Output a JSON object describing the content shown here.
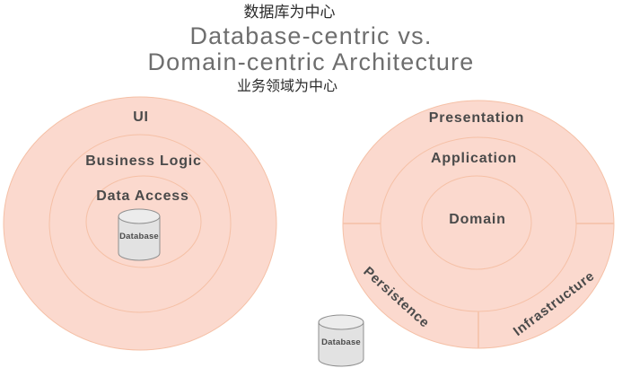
{
  "header": {
    "top_cn": "数据库为中心",
    "title_line1": "Database-centric vs.",
    "title_line2": "Domain-centric Architecture",
    "bottom_cn": "业务领域为中心"
  },
  "colors": {
    "circle_fill": "#fbd9ce",
    "circle_stroke": "#f5c0a6",
    "label_text": "#4a4a4a",
    "title_text": "#6e6e6e",
    "cn_text": "#2b2b2b",
    "db_fill": "#e2e2e2",
    "db_top_fill": "#ececec",
    "db_stroke": "#8f8f8f"
  },
  "left_diagram": {
    "name": "database-centric",
    "rings": [
      "UI",
      "Business Logic",
      "Data Access"
    ],
    "database_label": "Database"
  },
  "right_diagram": {
    "name": "domain-centric",
    "rings": [
      "Presentation",
      "Application",
      "Domain"
    ],
    "sectors": [
      "Persistence",
      "Infrastructure"
    ],
    "database_label": "Database"
  }
}
